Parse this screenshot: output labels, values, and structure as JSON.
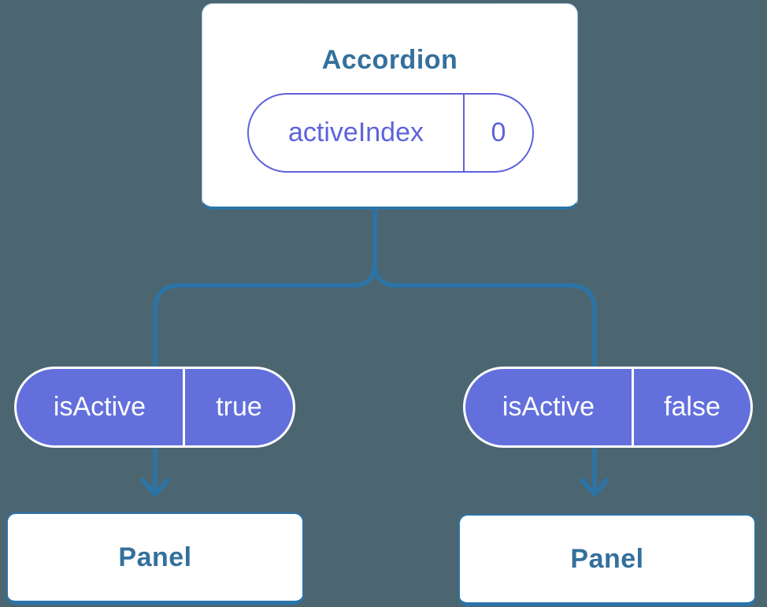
{
  "colors": {
    "bg": "#4C6671",
    "line": "#2B74A8",
    "steel": "#34709C",
    "purple": "#5E63DA",
    "purpleFill": "#6370DC",
    "white": "#FFFFFF"
  },
  "diagram": {
    "root": {
      "title": "Accordion",
      "state": {
        "name": "activeIndex",
        "value": "0"
      }
    },
    "edges": [
      {
        "prop": {
          "name": "isActive",
          "value": "true"
        },
        "child": {
          "title": "Panel"
        }
      },
      {
        "prop": {
          "name": "isActive",
          "value": "false"
        },
        "child": {
          "title": "Panel"
        }
      }
    ]
  }
}
